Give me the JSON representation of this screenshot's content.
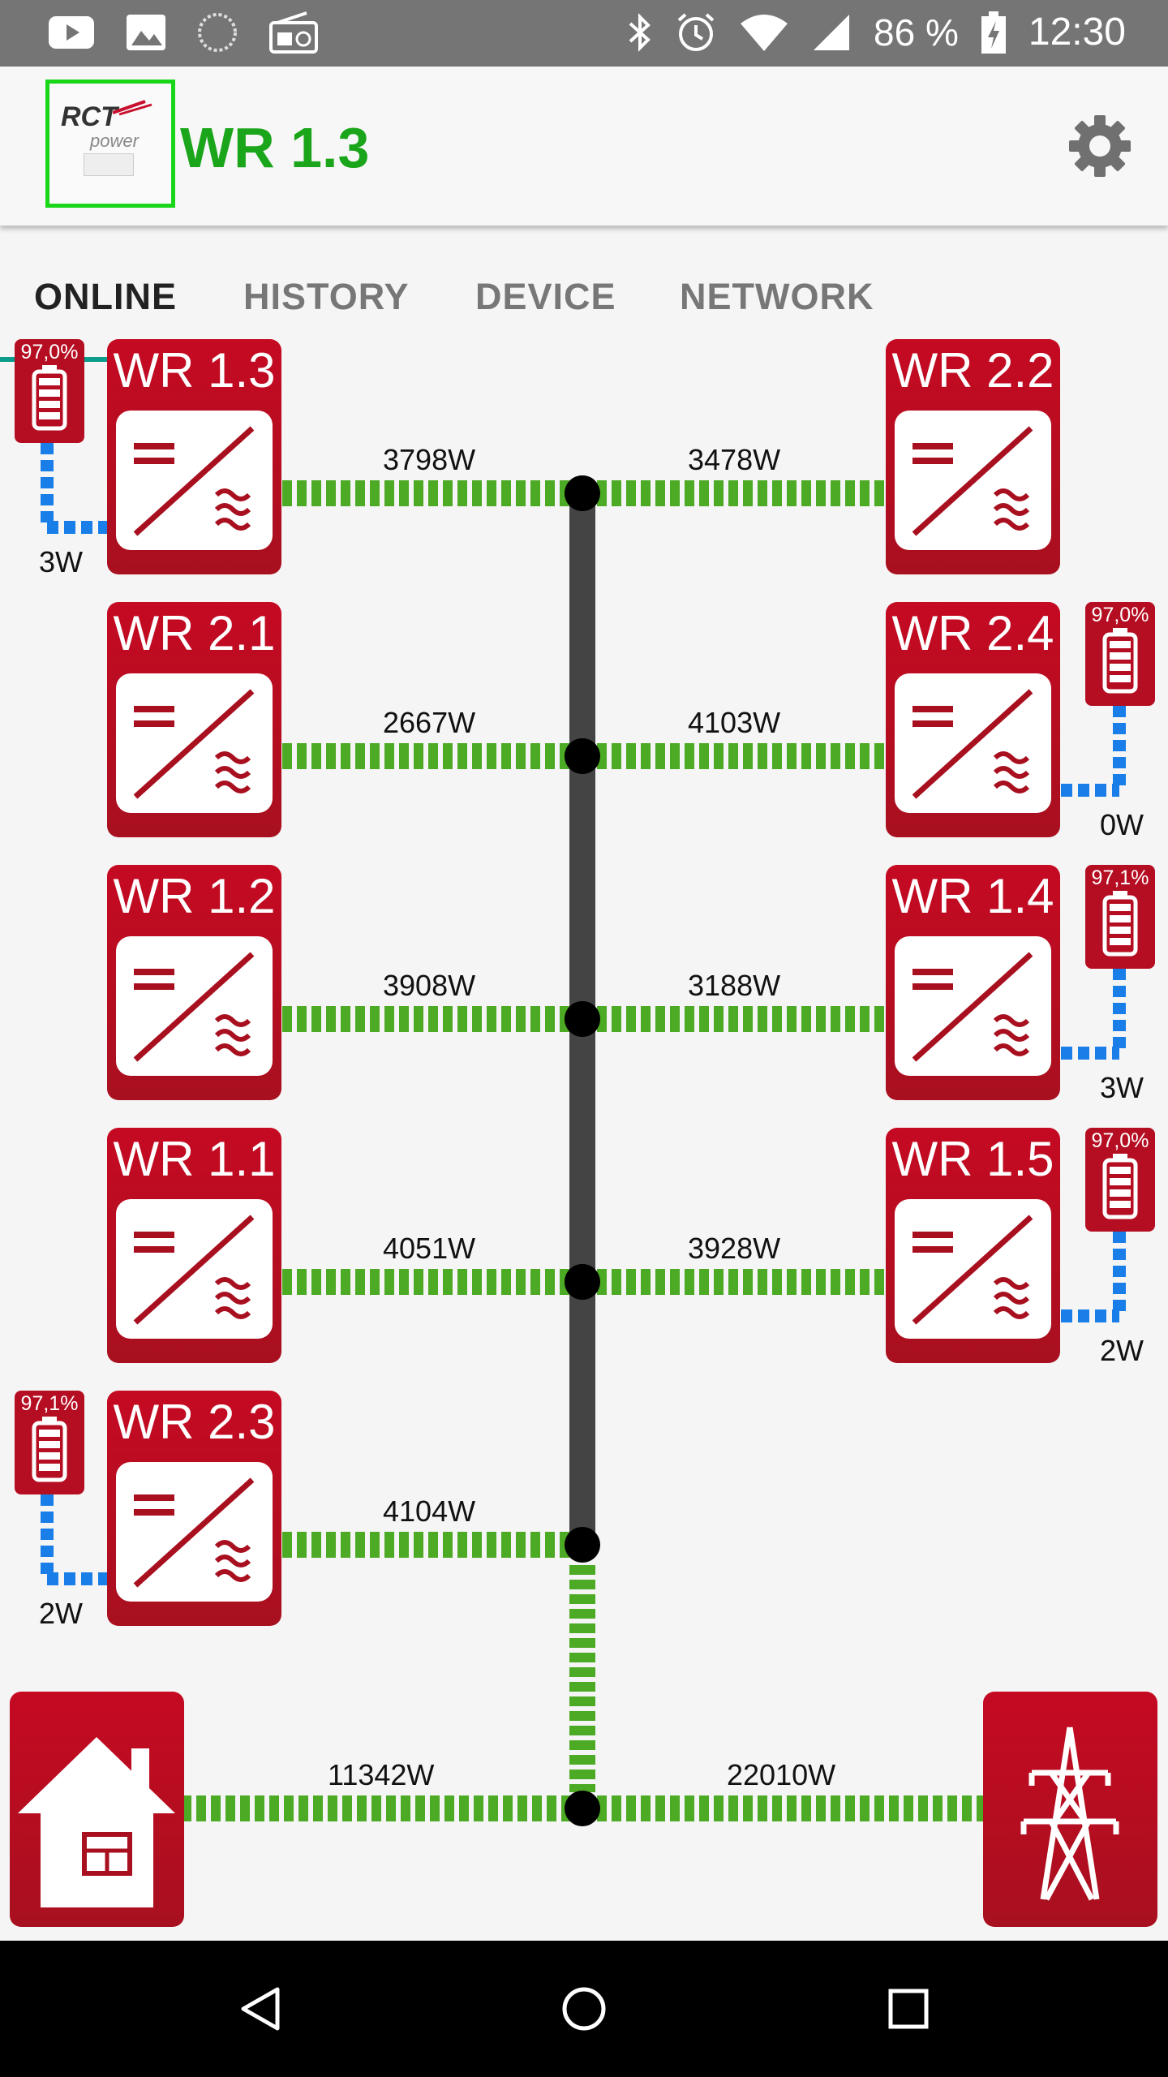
{
  "status_bar": {
    "battery": "86 %",
    "time": "12:30",
    "icons": [
      "youtube-icon",
      "image-icon",
      "spinner-icon",
      "radio-icon",
      "bluetooth-icon",
      "alarm-icon",
      "wifi-icon",
      "signal-icon",
      "battery-charging-icon"
    ]
  },
  "app_bar": {
    "logo_text": "RCT",
    "logo_sub": "power",
    "title": "WR 1.3"
  },
  "tabs": [
    "ONLINE",
    "HISTORY",
    "DEVICE",
    "NETWORK"
  ],
  "active_tab": "ONLINE",
  "colors": {
    "brand_red": "#b50d21",
    "pv_green": "#4daa24",
    "battery_blue": "#1a7ee8",
    "bus": "#444444",
    "title_green": "#1aa51a",
    "tab_indicator": "#0c9c8c"
  },
  "inverters": [
    {
      "id": "wr13",
      "label": "WR 1.3",
      "power": "3798W",
      "battery": "97,0%",
      "battery_power": "3W"
    },
    {
      "id": "wr22",
      "label": "WR 2.2",
      "power": "3478W"
    },
    {
      "id": "wr21",
      "label": "WR 2.1",
      "power": "2667W"
    },
    {
      "id": "wr24",
      "label": "WR 2.4",
      "power": "4103W",
      "battery": "97,0%",
      "battery_power": "0W"
    },
    {
      "id": "wr12",
      "label": "WR 1.2",
      "power": "3908W"
    },
    {
      "id": "wr14",
      "label": "WR 1.4",
      "power": "3188W",
      "battery": "97,1%",
      "battery_power": "3W"
    },
    {
      "id": "wr11",
      "label": "WR 1.1",
      "power": "4051W"
    },
    {
      "id": "wr15",
      "label": "WR 1.5",
      "power": "3928W",
      "battery": "97,0%",
      "battery_power": "2W"
    },
    {
      "id": "wr23",
      "label": "WR 2.3",
      "power": "4104W",
      "battery": "97,1%",
      "battery_power": "2W"
    }
  ],
  "house_power": "11342W",
  "grid_power": "22010W",
  "nav": [
    "back-icon",
    "home-icon",
    "recents-icon"
  ]
}
